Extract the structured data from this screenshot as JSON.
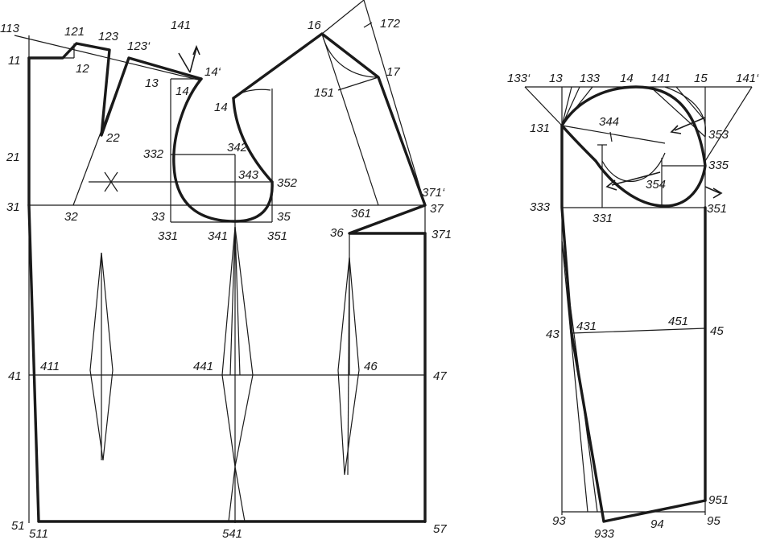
{
  "pattern": {
    "ink_color": "#1a1a1a",
    "background_color": "#ffffff",
    "bodice_labels": [
      "113",
      "121",
      "123",
      "123‘",
      "141",
      "16",
      "172",
      "11",
      "12",
      "14‘",
      "17",
      "13",
      "14",
      "14",
      "151",
      "21",
      "22",
      "332",
      "342",
      "343",
      "352",
      "371‘",
      "31",
      "32",
      "33",
      "35",
      "361",
      "37",
      "331",
      "341",
      "351",
      "36",
      "371",
      "41",
      "411",
      "441",
      "46",
      "47",
      "51",
      "511",
      "541",
      "57"
    ],
    "sleeve_labels": [
      "133‘",
      "13",
      "133",
      "14",
      "141",
      "15",
      "141‘",
      "131",
      "344",
      "353",
      "335",
      "354",
      "333",
      "331",
      "351",
      "43",
      "431",
      "451",
      "45",
      "951",
      "93",
      "933",
      "94",
      "95"
    ]
  }
}
